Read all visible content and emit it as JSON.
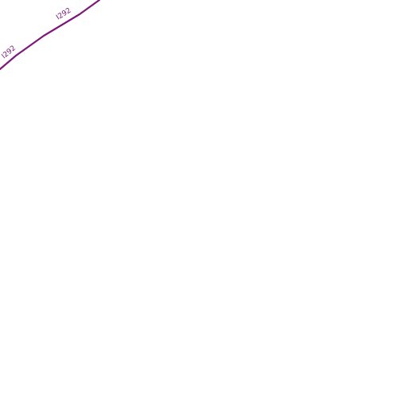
{
  "map": {
    "background_color": "#ffffff",
    "roads": [
      {
        "ref": "I292",
        "color": "#7b1a78",
        "labels": [
          "I292",
          "I292"
        ]
      }
    ]
  }
}
